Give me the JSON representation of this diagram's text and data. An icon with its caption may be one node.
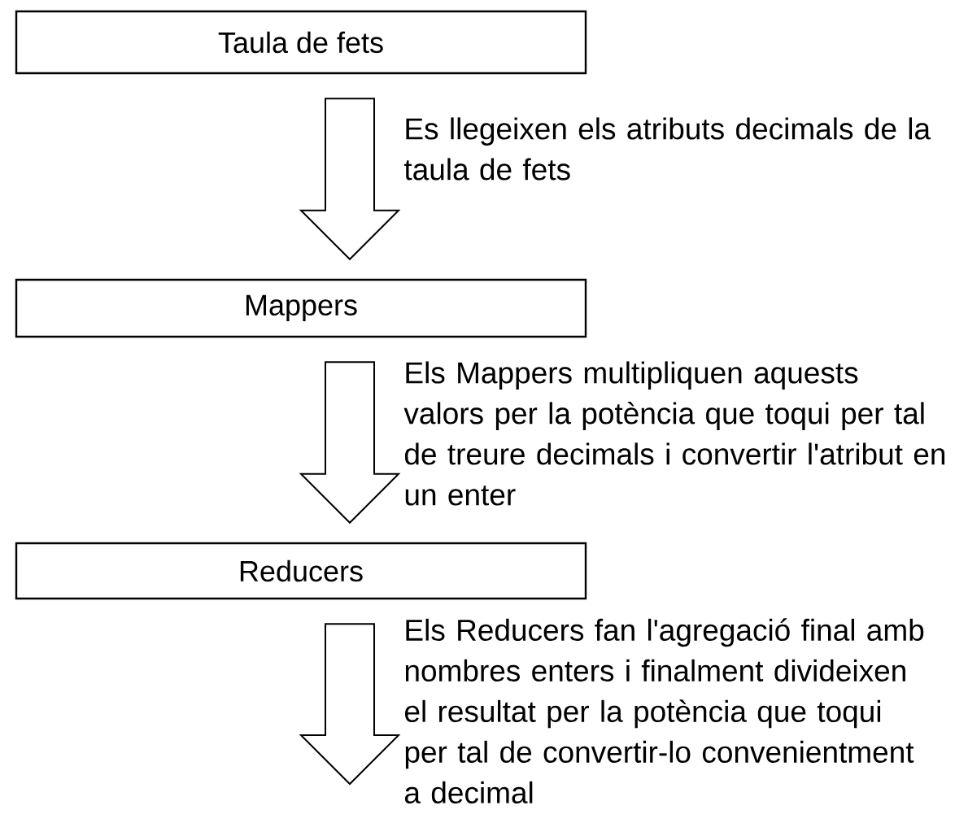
{
  "diagram": {
    "nodes": [
      {
        "text": [
          "Taula de fets"
        ]
      },
      {
        "text": [
          "Mappers"
        ]
      },
      {
        "text": [
          "Reducers"
        ]
      }
    ],
    "edges": [
      {
        "from": 0,
        "to": 1,
        "arrow": "to",
        "label": "Es llegeixen els atributs decimals de la taula de fets"
      },
      {
        "from": 1,
        "to": 2,
        "arrow": "to",
        "label": "Els Mappers multipliquen aquests valors per la potència que toqui per tal de treure decimals i convertir l'atribut en un enter"
      },
      {
        "from": 2,
        "to": null,
        "arrow": "to",
        "label": "Els Reducers fan l'agregació final amb nombres enters i finalment divideixen el resultat per la potència que toqui per tal de convertir-lo convenientment a decimal"
      }
    ]
  }
}
